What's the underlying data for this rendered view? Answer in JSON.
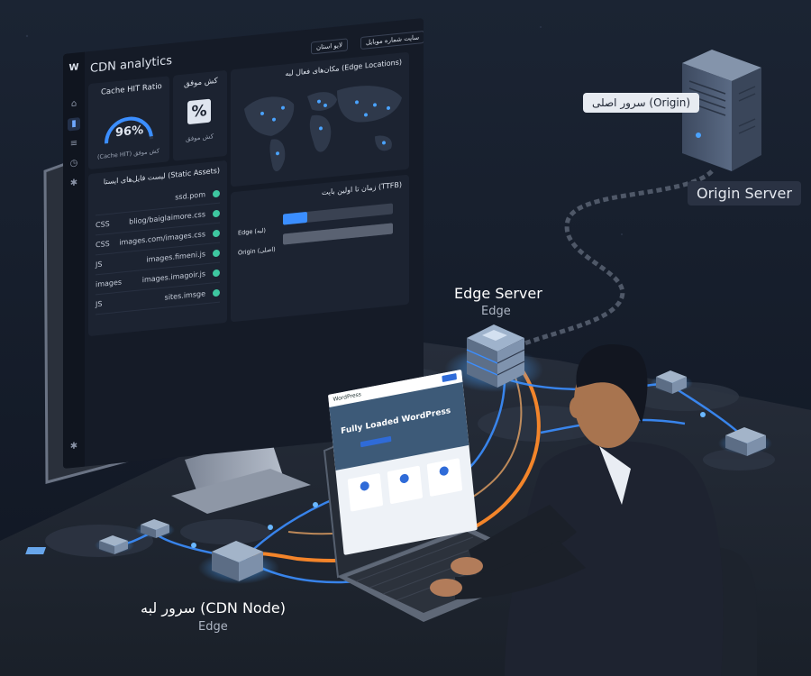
{
  "monitor": {
    "logo": "wordpress-logo",
    "title": "CDN analytics",
    "dropdown_site": "سایت شماره موبایل",
    "dropdown_range": "لایو استان",
    "cache_ratio": {
      "title": "Cache HIT Ratio",
      "value": "96%",
      "caption": "(Cache HIT) کش موفق",
      "fraction": 0.96
    },
    "cache_success": {
      "title": "کش موفق",
      "glyph": "%",
      "caption": "کش موفق"
    },
    "edge_locations": {
      "title": "مکان‌های فعال لبه (Edge Locations)"
    },
    "assets": {
      "title": "لیست فایل‌های ایستا (Static Assets)",
      "rows": [
        {
          "type": "",
          "path": "ssd.pom"
        },
        {
          "type": "CSS",
          "path": "bliog/baiglaimore.css"
        },
        {
          "type": "CSS",
          "path": "images.com/images.css"
        },
        {
          "type": "JS",
          "path": "images.fimeni.js"
        },
        {
          "type": "images",
          "path": "images.imagoir.js"
        },
        {
          "type": "JS",
          "path": "sites.imsge"
        }
      ]
    },
    "ttfb": {
      "title": "زمان تا اولین بایت (TTFB)",
      "bars": [
        {
          "label": "Edge (لبه)",
          "value": 0.22
        },
        {
          "label": "Origin (اصلی)",
          "value": 1.0
        }
      ]
    }
  },
  "laptop": {
    "brand": "WordPress",
    "headline": "Fully Loaded WordPress"
  },
  "labels": {
    "origin_tag": "سرور اصلی (Origin)",
    "origin_server": "Origin Server",
    "edge_server_title": "Edge Server",
    "edge_server_sub": "Edge",
    "cdn_node_title": "سرور لبه (CDN Node)",
    "cdn_node_sub": "Edge"
  },
  "colors": {
    "accent_blue": "#3b8eff",
    "accent_orange": "#ff8a2a",
    "success_green": "#3ec7a0"
  }
}
